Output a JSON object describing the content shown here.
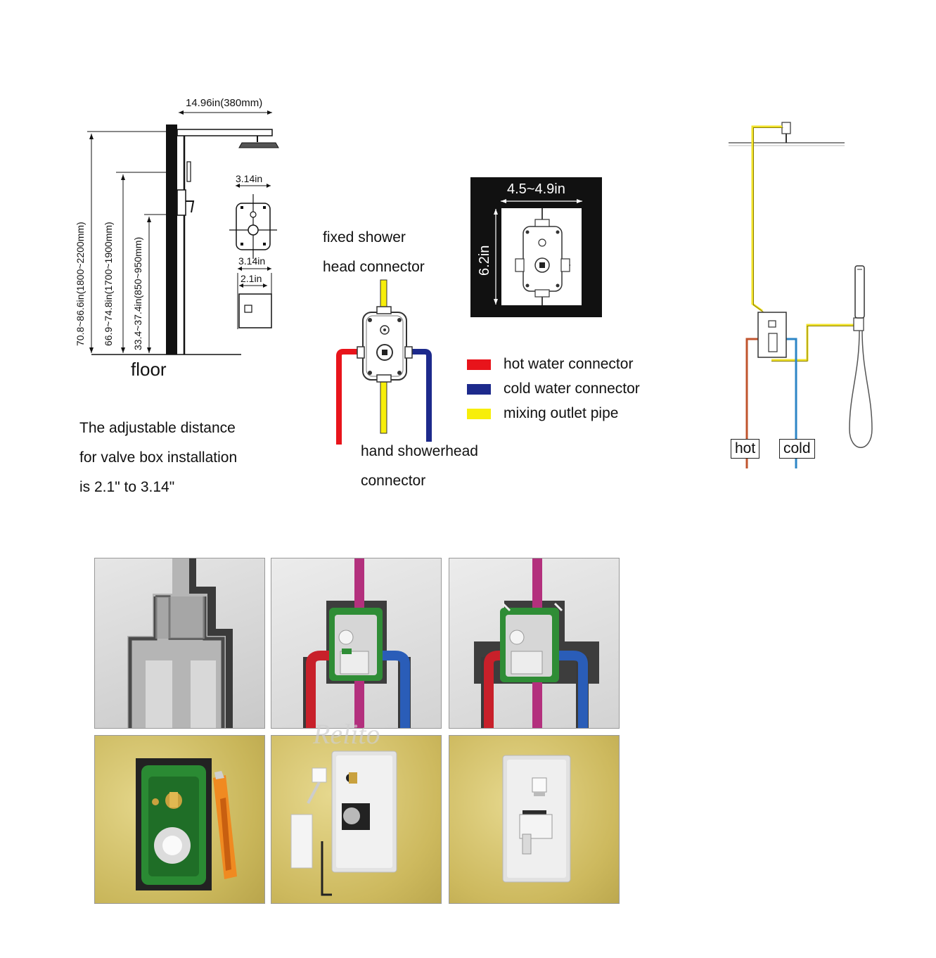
{
  "elevation": {
    "width_dim": "14.96in(380mm)",
    "height_total": "70.8~86.6in(1800~2200mm)",
    "height_hand": "66.9~74.8in(1700~1900mm)",
    "height_valve": "33.4~37.4in(850~950mm)",
    "floor_label": "floor",
    "box_width_front": "3.14in",
    "box_width_side": "3.14in",
    "box_depth": "2.1in"
  },
  "note": {
    "line1": "The adjustable distance",
    "line2": "for valve box installation",
    "line3": "is 2.1\" to 3.14\""
  },
  "valve_diagram": {
    "top_label_line1": "fixed shower",
    "top_label_line2": "head connector",
    "bottom_label_line1": "hand showerhead",
    "bottom_label_line2": "connector"
  },
  "cutout": {
    "width": "4.5~4.9in",
    "height": "6.2in"
  },
  "legend": [
    {
      "label": "hot water connector",
      "color": "#e8141b"
    },
    {
      "label": "cold water connector",
      "color": "#1d2a8c"
    },
    {
      "label": "mixing outlet pipe",
      "color": "#f7ee0a"
    }
  ],
  "system": {
    "hot_label": "hot",
    "cold_label": "cold",
    "hot_color": "#c0542e",
    "cold_color": "#2d86c6",
    "mix_color": "#f0e22a"
  },
  "photos": {
    "watermark": "Relito"
  }
}
